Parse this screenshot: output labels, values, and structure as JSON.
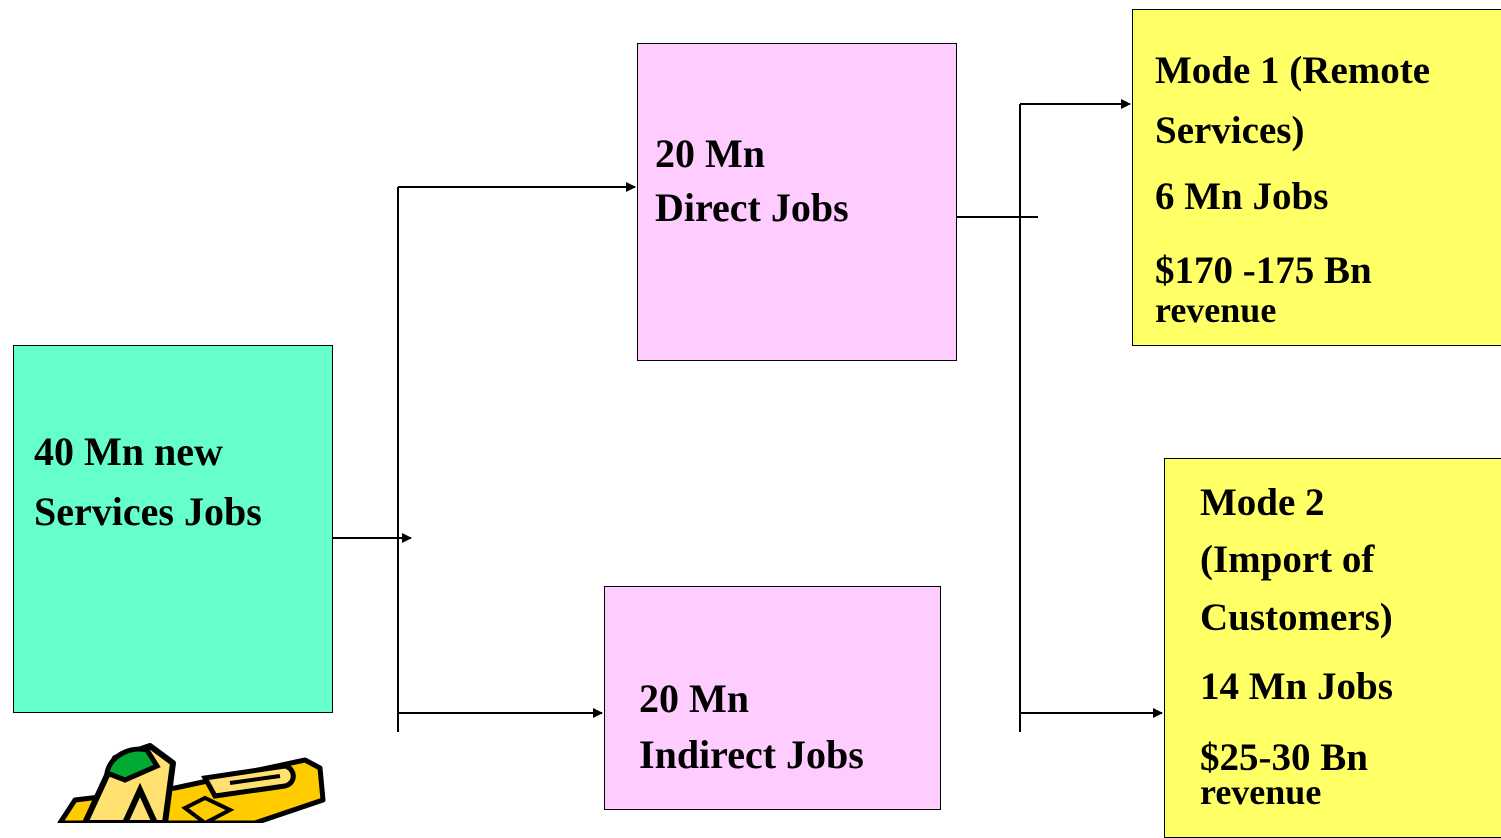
{
  "root": {
    "line1": "40 Mn new",
    "line2": "Services Jobs"
  },
  "direct": {
    "line1": "20 Mn",
    "line2": "Direct Jobs"
  },
  "indirect": {
    "line1": "20 Mn",
    "line2": "Indirect Jobs"
  },
  "mode1": {
    "title1": "Mode 1 (Remote",
    "title2": "Services)",
    "jobs": "6 Mn Jobs",
    "revenue1": "$170 -175 Bn",
    "revenue2": "revenue"
  },
  "mode2": {
    "title1": "Mode 2",
    "title2": "(Import of",
    "title3": "Customers)",
    "jobs": "14 Mn Jobs",
    "revenue1": "$25-30 Bn",
    "revenue2": "revenue"
  },
  "colors": {
    "root_fill": "#66ffcc",
    "jobs_fill": "#ffccff",
    "mode_fill": "#ffff66",
    "pencil_body": "#ffcc00",
    "pencil_eraser": "#00aa33"
  }
}
